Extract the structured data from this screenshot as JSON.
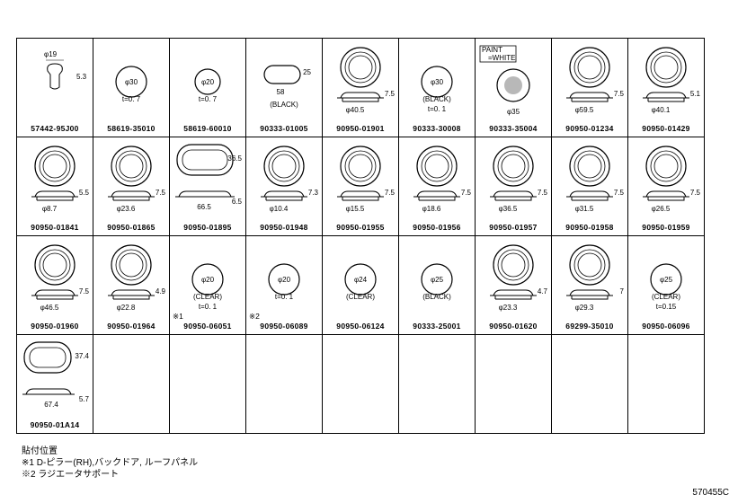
{
  "parts": [
    {
      "no": "57442-95J00",
      "dims": [
        "φ19",
        "5.3"
      ]
    },
    {
      "no": "58619-35010",
      "dims": [
        "φ30",
        "t=0. 7"
      ]
    },
    {
      "no": "58619-60010",
      "dims": [
        "φ20",
        "t=0. 7"
      ]
    },
    {
      "no": "90333-01005",
      "dims": [
        "25",
        "58",
        "(BLACK)"
      ]
    },
    {
      "no": "90950-01901",
      "dims": [
        "7.5",
        "φ40.5"
      ]
    },
    {
      "no": "90333-30008",
      "dims": [
        "φ30",
        "(BLACK)",
        "t=0. 1"
      ]
    },
    {
      "no": "90333-35004",
      "dims": [
        "PAINT",
        "=WHITE",
        "φ35"
      ]
    },
    {
      "no": "90950-01234",
      "dims": [
        "7.5",
        "φ59.5"
      ]
    },
    {
      "no": "90950-01429",
      "dims": [
        "5.1",
        "φ40.1"
      ]
    },
    {
      "no": "90950-01841",
      "dims": [
        "5.5",
        "φ8.7"
      ]
    },
    {
      "no": "90950-01865",
      "dims": [
        "7.5",
        "φ23.6"
      ]
    },
    {
      "no": "90950-01895",
      "dims": [
        "36.5",
        "66.5",
        "6.5"
      ]
    },
    {
      "no": "90950-01948",
      "dims": [
        "7.3",
        "φ10.4"
      ]
    },
    {
      "no": "90950-01955",
      "dims": [
        "7.5",
        "φ15.5"
      ]
    },
    {
      "no": "90950-01956",
      "dims": [
        "7.5",
        "φ18.6"
      ]
    },
    {
      "no": "90950-01957",
      "dims": [
        "7.5",
        "φ36.5"
      ]
    },
    {
      "no": "90950-01958",
      "dims": [
        "7.5",
        "φ31.5"
      ]
    },
    {
      "no": "90950-01959",
      "dims": [
        "7.5",
        "φ26.5"
      ]
    },
    {
      "no": "90950-01960",
      "dims": [
        "7.5",
        "φ46.5"
      ]
    },
    {
      "no": "90950-01964",
      "dims": [
        "4.9",
        "φ22.8"
      ]
    },
    {
      "no": "90950-06051",
      "dims": [
        "φ20",
        "(CLEAR)",
        "t=0. 1"
      ],
      "note": "※1"
    },
    {
      "no": "90950-06089",
      "dims": [
        "φ20",
        "t=0. 1"
      ],
      "note": "※2"
    },
    {
      "no": "90950-06124",
      "dims": [
        "φ24",
        "(CLEAR)"
      ]
    },
    {
      "no": "90333-25001",
      "dims": [
        "φ25",
        "(BLACK)"
      ]
    },
    {
      "no": "90950-01620",
      "dims": [
        "4.7",
        "φ23.3"
      ]
    },
    {
      "no": "69299-35010",
      "dims": [
        "7",
        "φ29.3"
      ]
    },
    {
      "no": "90950-06096",
      "dims": [
        "φ25",
        "(CLEAR)",
        "t=0.15"
      ]
    },
    {
      "no": "90950-01A14",
      "dims": [
        "37.4",
        "5.7",
        "67.4"
      ]
    }
  ],
  "notes": {
    "title": "貼付位置",
    "n1": "※1 D-ピラー(RH),バックドア, ルーフパネル",
    "n2": "※2 ラジエータサポート"
  },
  "code": "570455C"
}
